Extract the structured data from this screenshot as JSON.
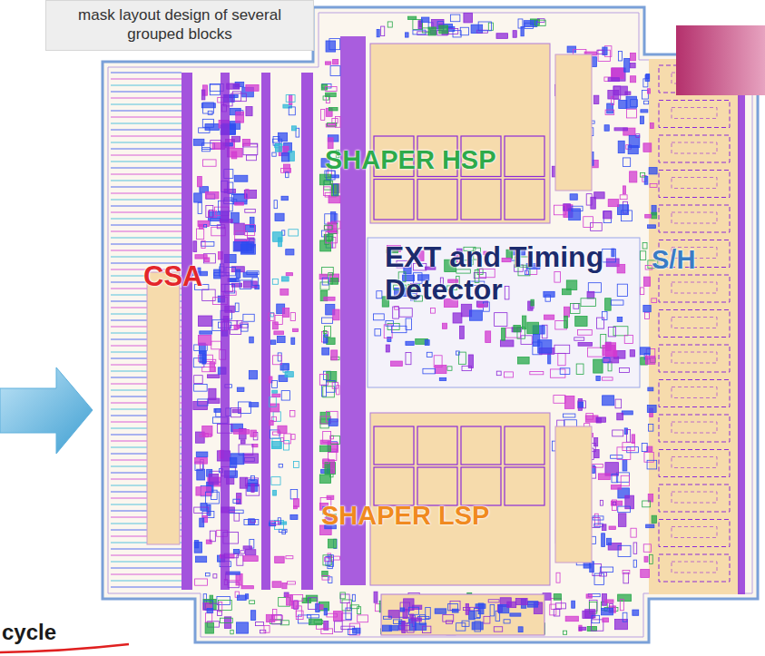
{
  "diagram": {
    "nodes": [
      {
        "text": [
          "mask layout design of several grouped blocks"
        ]
      }
    ],
    "labels": [
      "CSA",
      "SHAPER HSP",
      "EXT and Timing Detector",
      "S/H",
      "SHAPER LSP",
      "cycle"
    ]
  }
}
